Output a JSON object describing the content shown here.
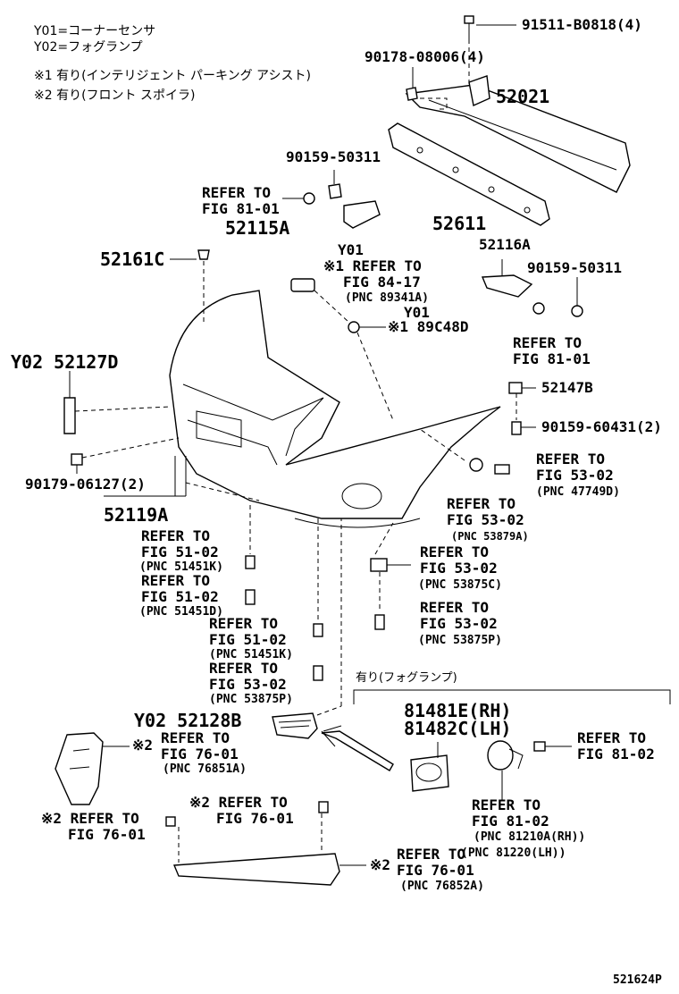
{
  "legend": {
    "y01": "Y01=コーナーセンサ",
    "y02": "Y02=フォグランプ",
    "note1": "※1 有り(インテリジェント パーキング アシスト)",
    "note2": "※2 有り(フロント スポイラ)"
  },
  "labels": {
    "p91511": "91511-B0818(4)",
    "p90178": "90178-08006(4)",
    "p52021": "52021",
    "p90159a": "90159-50311",
    "p52611": "52611",
    "refer8101a_1": "REFER TO",
    "refer8101a_2": "FIG 81-01",
    "p52115A": "52115A",
    "p52116A": "52116A",
    "p90159b": "90159-50311",
    "refer8101b_1": "REFER TO",
    "refer8101b_2": "FIG 81-01",
    "p52161C": "52161C",
    "y01a": "Y01",
    "refer8417_1": "※1 REFER TO",
    "refer8417_2": "FIG 84-17",
    "refer8417_3": "(PNC 89341A)",
    "y01b": "Y01",
    "p89C48D": "※1 89C48D",
    "p52127D": "Y02 52127D",
    "p52147B": "52147B",
    "p90159c": "90159-60431(2)",
    "refer5302a_1": "REFER TO",
    "refer5302a_2": "FIG 53-02",
    "refer5302a_3": "(PNC 47749D)",
    "p90179": "90179-06127(2)",
    "refer5302b_1": "REFER TO",
    "refer5302b_2": "FIG 53-02",
    "refer5302b_3": "(PNC 53879A)",
    "p52119A": "52119A",
    "refer5102a_1": "REFER TO",
    "refer5102a_2": "FIG 51-02",
    "refer5102a_3": "(PNC 51451K)",
    "refer5302c_1": "REFER TO",
    "refer5302c_2": "FIG 53-02",
    "refer5302c_3": "(PNC 53875C)",
    "refer5102b_1": "REFER TO",
    "refer5102b_2": "FIG 51-02",
    "refer5102b_3": "(PNC 51451D)",
    "refer5302d_1": "REFER TO",
    "refer5302d_2": "FIG 53-02",
    "refer5302d_3": "(PNC 53875P)",
    "refer5102c_1": "REFER TO",
    "refer5102c_2": "FIG 51-02",
    "refer5102c_3": "(PNC 51451K)",
    "refer5302e_1": "REFER TO",
    "refer5302e_2": "FIG 53-02",
    "refer5302e_3": "(PNC 53875P)",
    "fog_group": "有り(フォグランプ)",
    "p52128B": "Y02 52128B",
    "p81481E": "81481E(RH)",
    "p81482C": "81482C(LH)",
    "refer7601a_1": "REFER TO",
    "refer7601a_2": "FIG 76-01",
    "refer7601a_3": "(PNC 76851A)",
    "refer7601a_note": "※2",
    "refer8102a_1": "REFER TO",
    "refer8102a_2": "FIG 81-02",
    "refer7601b_1": "※2 REFER TO",
    "refer7601b_2": "FIG 76-01",
    "refer7601c_1": "※2 REFER TO",
    "refer7601c_2": "FIG 76-01",
    "refer8102b_1": "REFER TO",
    "refer8102b_2": "FIG 81-02",
    "refer8102b_3": "(PNC 81210A(RH))",
    "refer8102b_4": "(PNC 81220(LH))",
    "refer7601d_note": "※2",
    "refer7601d_1": "REFER TO",
    "refer7601d_2": "FIG 76-01",
    "refer7601d_3": "(PNC 76852A)",
    "figure_id": "521624P"
  }
}
